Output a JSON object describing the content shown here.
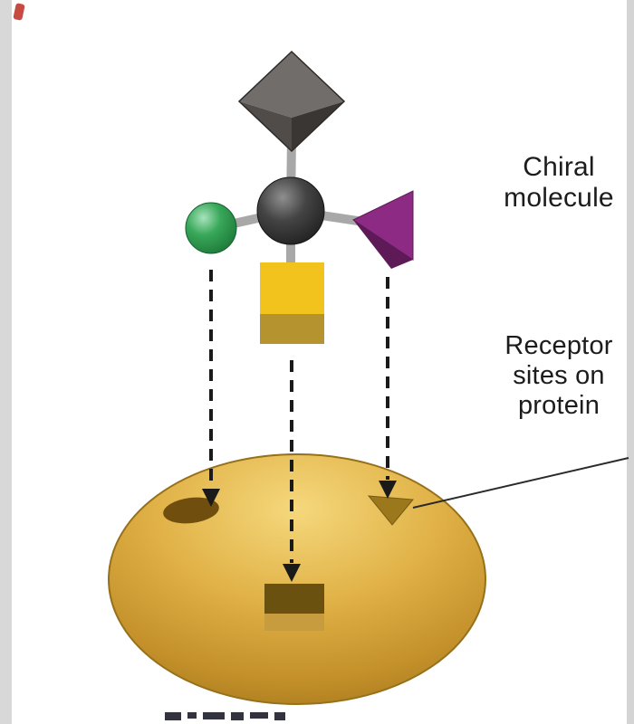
{
  "figure": {
    "labels": {
      "chiral_molecule": "Chiral\nmolecule",
      "receptor_sites": "Receptor\nsites on\nprotein"
    },
    "molecule": {
      "central_atom": {
        "name": "central-carbon-sphere",
        "color": "#3a3a3a"
      },
      "substituents": [
        {
          "name": "dark-cube-substituent",
          "color": "#514d4a"
        },
        {
          "name": "green-sphere-substituent",
          "color": "#2f9e50"
        },
        {
          "name": "purple-wedge-substituent",
          "color": "#8d2b84"
        },
        {
          "name": "yellow-cube-substituent",
          "color": "#f1c31c"
        }
      ],
      "bond_color": "#a8a8a8"
    },
    "protein": {
      "surface_color": "#d9a62f",
      "receptor_sites": [
        {
          "name": "oval-receptor-site",
          "shape": "oval"
        },
        {
          "name": "square-receptor-site",
          "shape": "square"
        },
        {
          "name": "triangle-receptor-site",
          "shape": "triangle"
        }
      ]
    },
    "arrows": {
      "count": 3,
      "style": "dashed",
      "color": "#1a1a1a"
    }
  }
}
